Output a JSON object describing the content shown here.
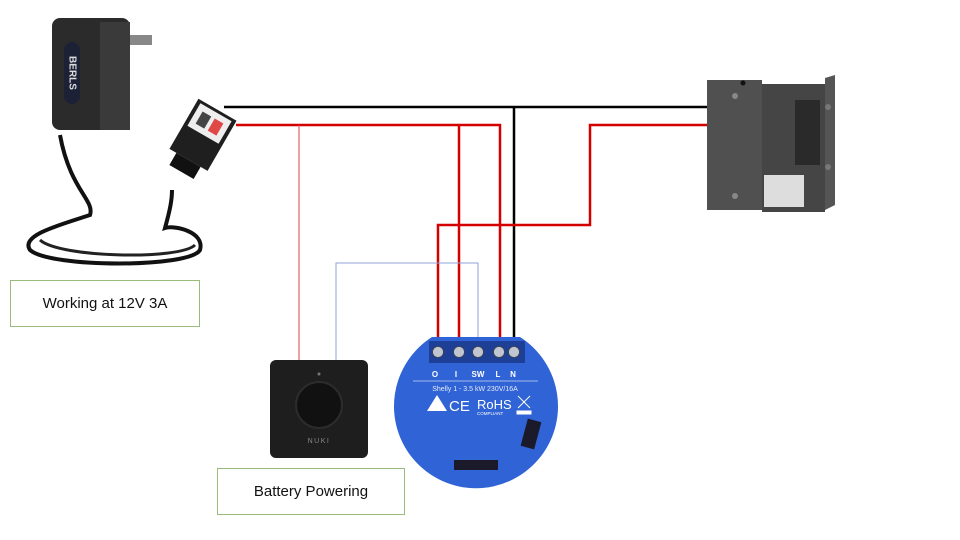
{
  "labels": {
    "power_supply": "Working at 12V 3A",
    "nuki": "Battery Powering"
  },
  "devices": {
    "power_supply_brand": "BERLS",
    "nuki_brand": "NUKI",
    "shelly_terminals": [
      "O",
      "I",
      "SW",
      "L",
      "N"
    ],
    "shelly_model": "Shelly 1 - 3.5 kW 230V/16A",
    "shelly_marks": [
      "CE",
      "RoHS",
      "COMPLIANT"
    ]
  },
  "colors": {
    "positive_wire": "#d40000",
    "negative_wire": "#000000",
    "switch_wire": "#8fa3d8",
    "shelly_body": "#2f63d6",
    "label_border": "#9bbb7a"
  }
}
